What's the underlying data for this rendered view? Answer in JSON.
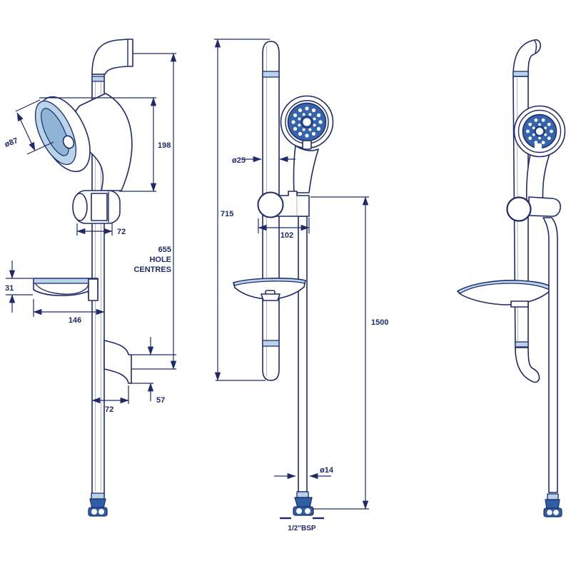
{
  "colors": {
    "line_navy": "#1e2a6b",
    "fill_light_blue": "#b9d3e8",
    "spray_face_blue": "#3563ac",
    "connector_blue": "#2e5fa5",
    "background": "#ffffff"
  },
  "side_view": {
    "dims": {
      "head_diameter": "ø87",
      "head_to_holder_length": "198",
      "holder_width": "72",
      "hole_centres_value": "655",
      "hole_centres_word1": "HOLE",
      "hole_centres_word2": "CENTRES",
      "soap_dish_height": "31",
      "soap_dish_length": "146",
      "bracket_height": "57",
      "wall_offset": "72"
    }
  },
  "front_view": {
    "dims": {
      "rail_length": "715",
      "rail_diameter": "ø25",
      "holder_projection": "102",
      "hose_length": "1500",
      "hose_diameter": "ø14",
      "hose_thread": "1/2\"BSP"
    }
  }
}
